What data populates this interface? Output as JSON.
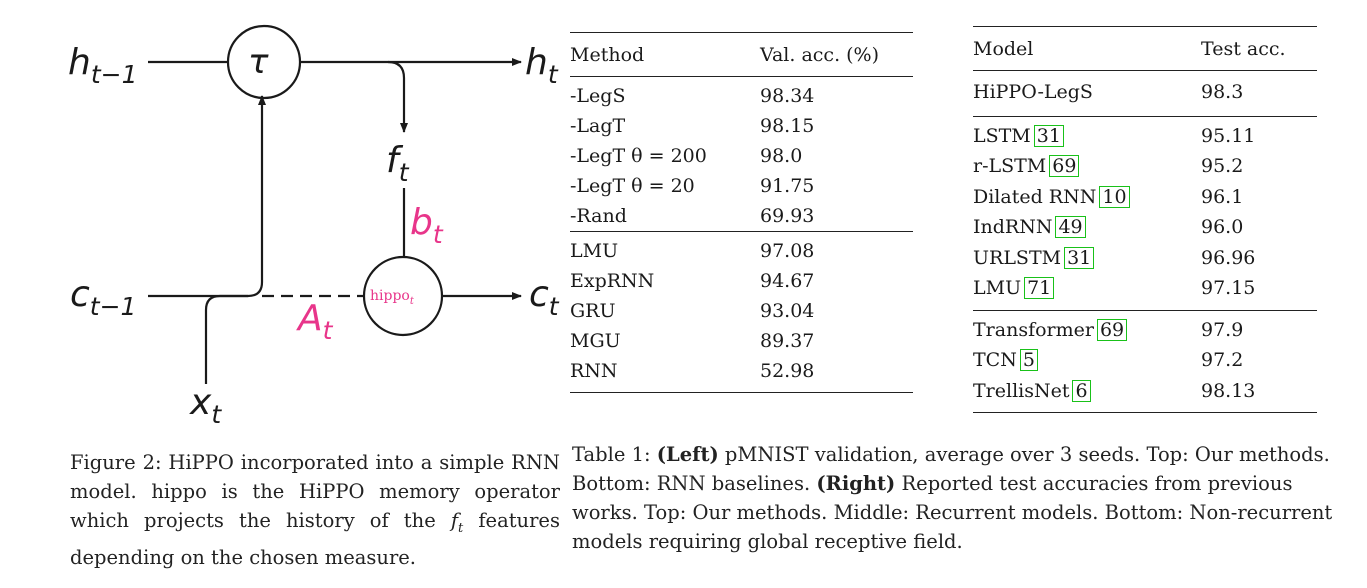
{
  "diagram": {
    "labels": {
      "h_prev": "h",
      "h_prev_sub": "t−1",
      "h_t": "h",
      "h_t_sub": "t",
      "c_prev": "c",
      "c_prev_sub": "t−1",
      "c_t": "c",
      "c_t_sub": "t",
      "x_t": "x",
      "x_t_sub": "t",
      "f_t": "f",
      "f_t_sub": "t",
      "b_t": "b",
      "b_t_sub": "t",
      "A_t": "A",
      "A_t_sub": "t",
      "tau": "τ",
      "hippo": "hippo",
      "hippo_sub": "t"
    },
    "colors": {
      "accent": "#e8358a",
      "ink": "#1a1a1a"
    }
  },
  "left_table": {
    "headers": [
      "Method",
      "Val. acc. (%)"
    ],
    "top_rows": [
      {
        "method": "-LegS",
        "acc": "98.34",
        "bold": true
      },
      {
        "method": "-LagT",
        "acc": "98.15"
      },
      {
        "method": "-LegT θ = 200",
        "acc": "98.0"
      },
      {
        "method": "-LegT θ = 20",
        "acc": "91.75"
      },
      {
        "method": "-Rand",
        "acc": "69.93"
      }
    ],
    "bottom_rows": [
      {
        "method": "LMU",
        "acc": "97.08"
      },
      {
        "method": "ExpRNN",
        "acc": "94.67"
      },
      {
        "method": "GRU",
        "acc": "93.04"
      },
      {
        "method": "MGU",
        "acc": "89.37"
      },
      {
        "method": "RNN",
        "acc": "52.98"
      }
    ]
  },
  "right_table": {
    "headers": [
      "Model",
      "Test acc."
    ],
    "top_rows": [
      {
        "model": "HiPPO-LegS",
        "acc": "98.3",
        "bold": true
      }
    ],
    "middle_rows": [
      {
        "model": "LSTM",
        "cite": "31",
        "acc": "95.11"
      },
      {
        "model": "r-LSTM",
        "cite": "69",
        "acc": "95.2"
      },
      {
        "model": "Dilated RNN",
        "cite": "10",
        "acc": "96.1"
      },
      {
        "model": "IndRNN",
        "cite": "49",
        "acc": "96.0"
      },
      {
        "model": "URLSTM",
        "cite": "31",
        "acc": "96.96"
      },
      {
        "model": "LMU",
        "cite": "71",
        "acc": "97.15"
      }
    ],
    "bottom_rows": [
      {
        "model": "Transformer",
        "cite": "69",
        "acc": "97.9"
      },
      {
        "model": "TCN",
        "cite": "5",
        "acc": "97.2"
      },
      {
        "model": "TrellisNet",
        "cite": "6",
        "acc": "98.13"
      }
    ],
    "cite_border_color": "#19c119"
  },
  "figure_caption": {
    "prefix": "Figure 2: HiPPO incorporated into a simple RNN model. hippo is the HiPPO memory operator which projects the history of the ",
    "var": "f",
    "var_sub": "t",
    "suffix": " features depending on the chosen measure."
  },
  "table_caption": {
    "t1": "Table 1: ",
    "b1": "(Left)",
    "t2": " pMNIST validation, average over 3 seeds. Top: Our methods. Bottom: RNN baselines. ",
    "b2": "(Right)",
    "t3": " Reported test accuracies from previous works. Top: Our methods. Middle: Recurrent models. Bottom: Non-recurrent models requiring global receptive field."
  }
}
